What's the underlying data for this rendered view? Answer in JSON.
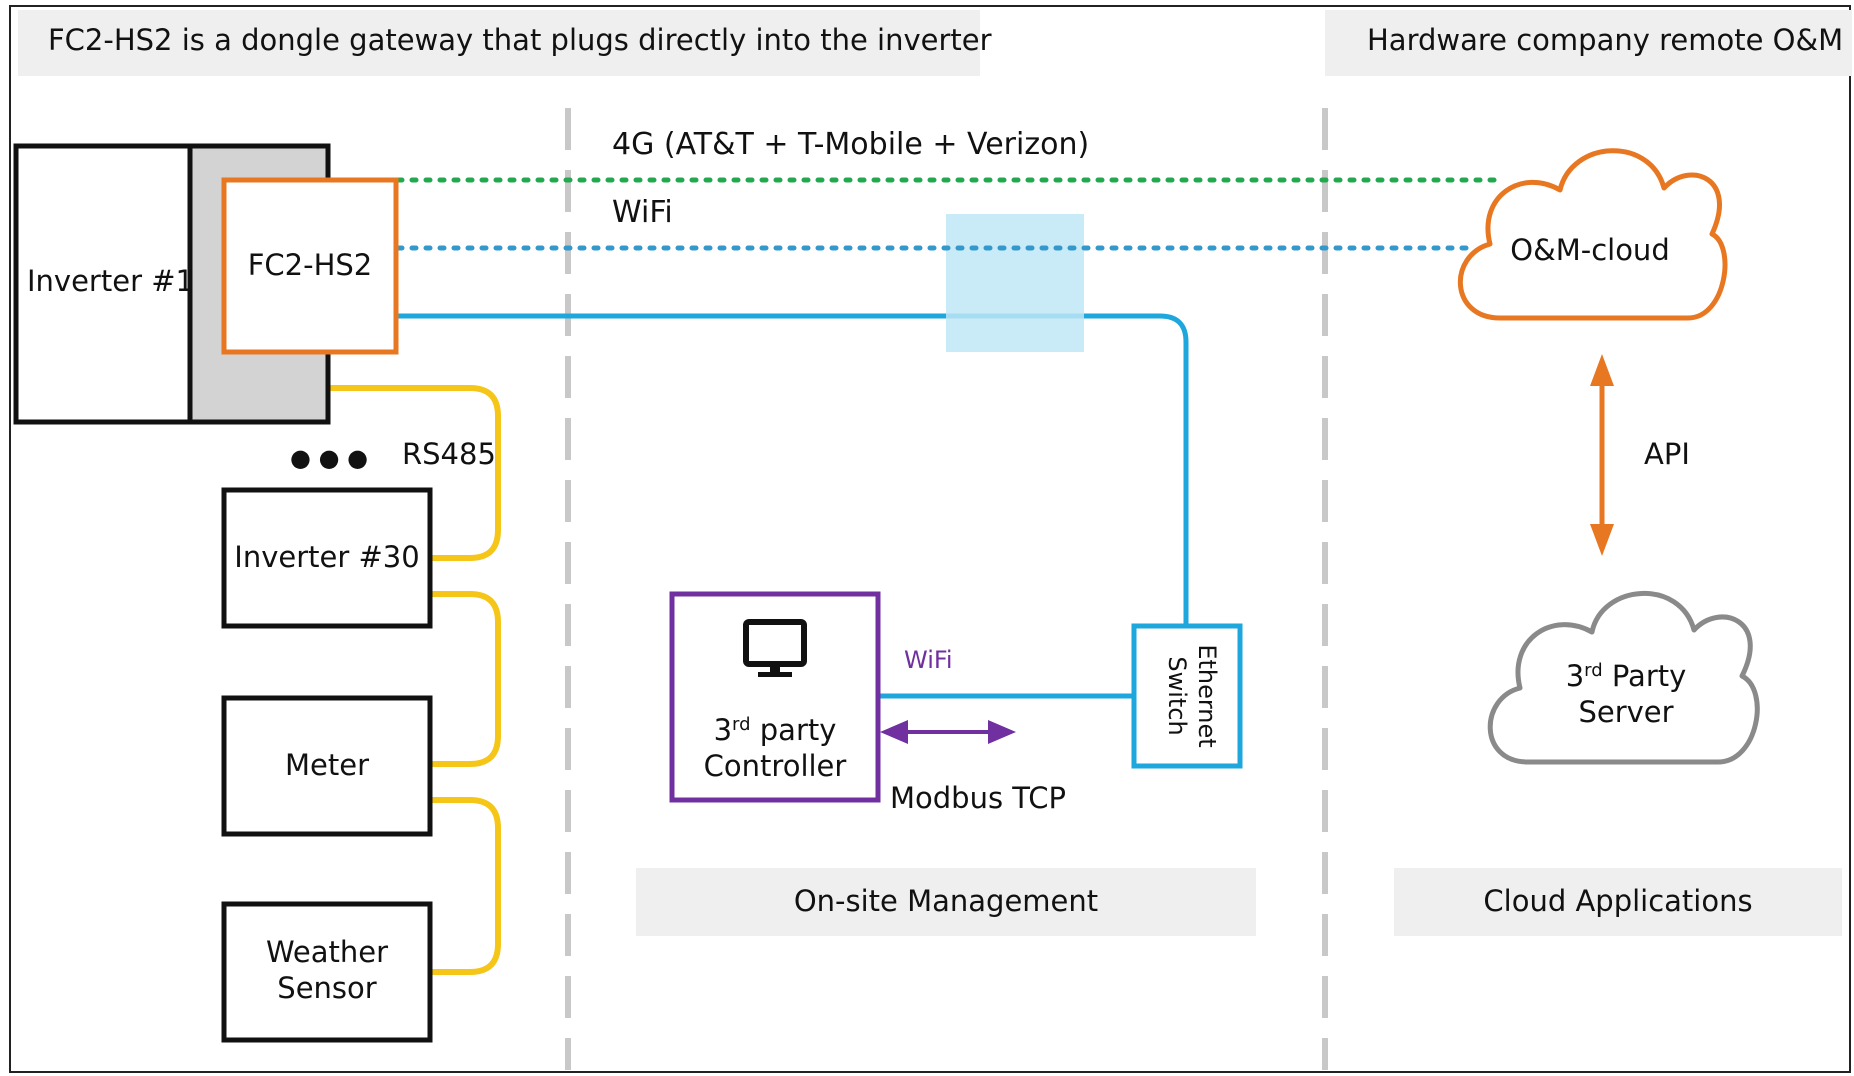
{
  "headers": {
    "left": "FC2-HS2 is a dongle gateway that plugs directly into the inverter",
    "right": "Hardware company remote O&M"
  },
  "devices": {
    "inverter1": "Inverter #1",
    "gateway": "FC2-HS2",
    "inverter30": "Inverter #30",
    "meter": "Meter",
    "weather_sensor_line1": "Weather",
    "weather_sensor_line2": "Sensor",
    "ellipsis": "● ● ●"
  },
  "links": {
    "cellular": "4G (AT&T + T-Mobile + Verizon)",
    "wifi_cloud": "WiFi",
    "rs485": "RS485",
    "wifi_local": "WiFi",
    "modbus": "Modbus TCP",
    "api": "API"
  },
  "onsite": {
    "controller_line1_base": "3",
    "controller_line1_sup": "rd",
    "controller_line1_rest": " party",
    "controller_line2": "Controller",
    "switch_line1": "Ethernet",
    "switch_line2": "Switch"
  },
  "cloud": {
    "om_cloud": "O&M-cloud",
    "server_line1_base": "3",
    "server_line1_sup": "rd",
    "server_line1_rest": " Party",
    "server_line2": "Server"
  },
  "sections": {
    "onsite": "On-site Management",
    "cloud": "Cloud Applications"
  },
  "colors": {
    "green_4g": "#22a94f",
    "wifi_blue": "#3399cc",
    "ethernet_blue": "#1ea7dd",
    "rs485_yellow": "#f5c518",
    "gateway_orange": "#e87722",
    "controller_purple": "#7030a0",
    "server_gray": "#8a8a8a",
    "panel_gray": "#efefef"
  }
}
